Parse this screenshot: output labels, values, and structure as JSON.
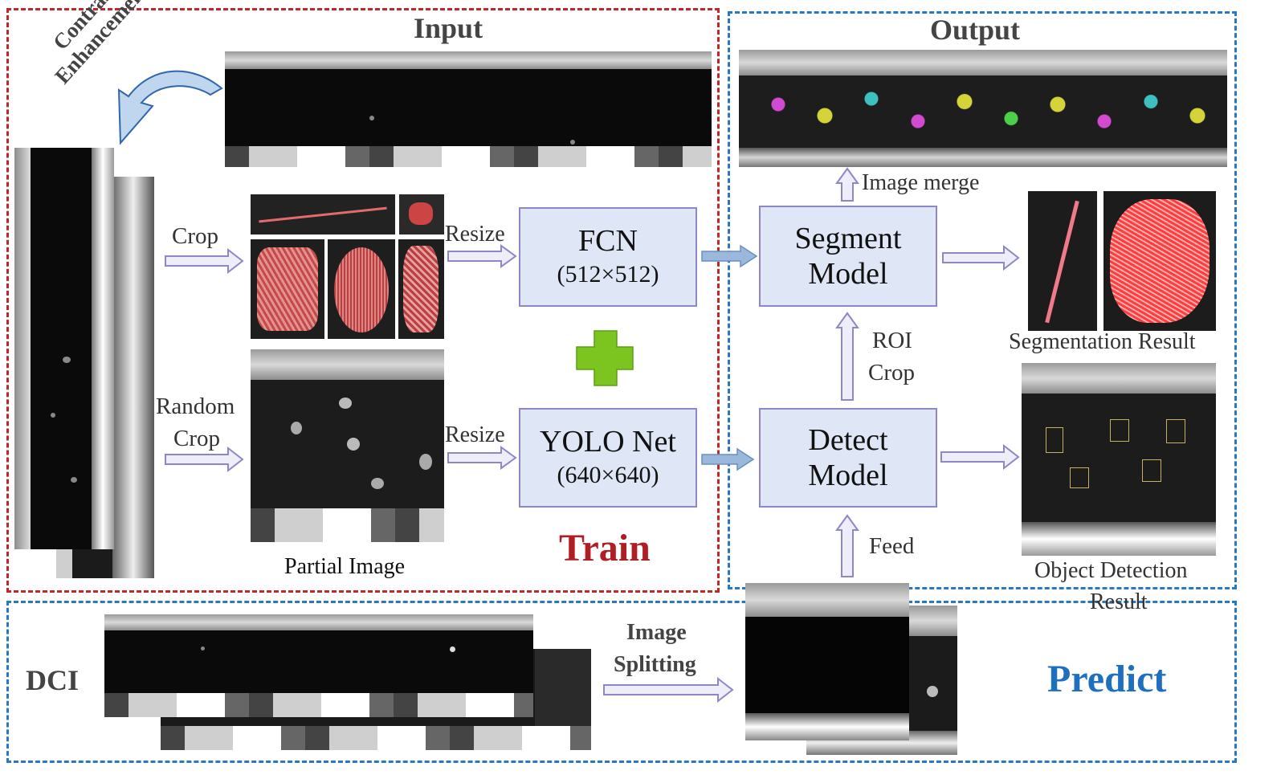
{
  "titles": {
    "input": "Input",
    "output": "Output"
  },
  "train_label": "Train",
  "predict_label": "Predict",
  "contrast": {
    "line1": "Contrast",
    "line2": "Enhancement"
  },
  "labels": {
    "crop": "Crop",
    "random_crop_1": "Random",
    "random_crop_2": "Crop",
    "resize_top": "Resize",
    "resize_bottom": "Resize",
    "partial_image": "Partial Image",
    "image_merge": "Image merge",
    "roi_1": "ROI",
    "roi_2": "Crop",
    "feed": "Feed",
    "segmentation_result": "Segmentation Result",
    "object_detection_1": "Object Detection",
    "object_detection_2": "Result",
    "dci": "DCI",
    "image_splitting_1": "Image",
    "image_splitting_2": "Splitting"
  },
  "boxes": {
    "fcn": {
      "title": "FCN",
      "size": "(512×512)"
    },
    "yolo": {
      "title": "YOLO Net",
      "size": "(640×640)"
    },
    "segment": {
      "line1": "Segment",
      "line2": "Model"
    },
    "detect": {
      "line1": "Detect",
      "line2": "Model"
    }
  },
  "colors": {
    "train_border": "#c0282d",
    "predict_border": "#2a78c2",
    "box_fill": "#dfe6f5",
    "box_border": "#8f86c6",
    "plus_green": "#7cc520",
    "train_text": "#b01e23",
    "predict_text": "#1f6fbf"
  }
}
